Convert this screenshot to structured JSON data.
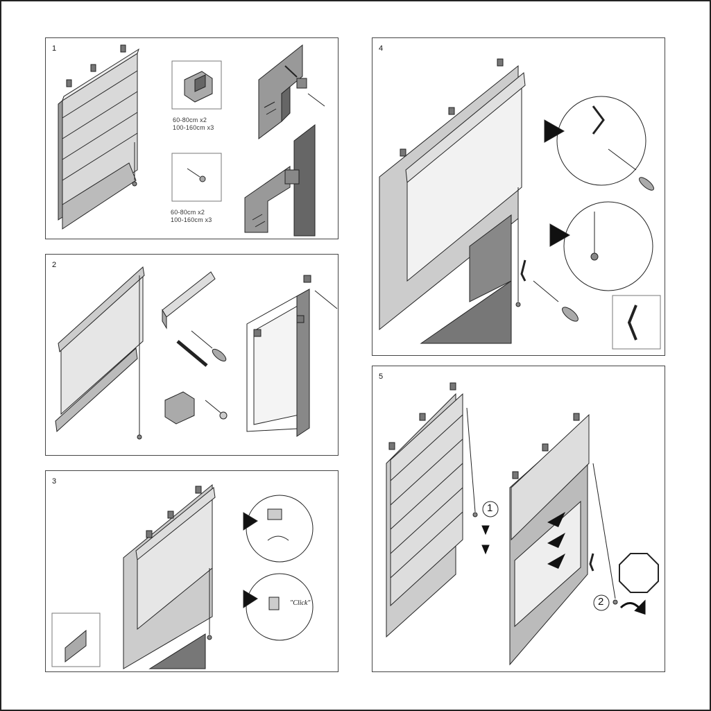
{
  "panels": [
    {
      "number": "1"
    },
    {
      "number": "2"
    },
    {
      "number": "3"
    },
    {
      "number": "4"
    },
    {
      "number": "5"
    }
  ],
  "step1": {
    "bracket_spec": [
      "60-80cm x2",
      "100-160cm x3"
    ],
    "screw_spec": [
      "60-80cm x2",
      "100-160cm x3"
    ]
  },
  "step3": {
    "click_label": "\"Click\""
  },
  "step5": {
    "callouts": [
      "1",
      "2"
    ]
  },
  "colors": {
    "line": "#222222",
    "fabric": "#d9d9d9",
    "shade": "#9a9a9a",
    "dark": "#5a5a5a"
  }
}
